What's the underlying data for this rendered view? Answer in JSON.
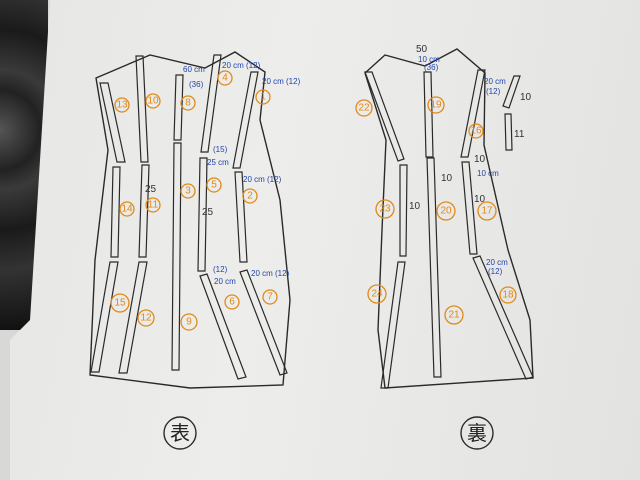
{
  "front": {
    "symbol": "表",
    "pieces": [
      "13",
      "10",
      "8",
      "4",
      "1",
      "14",
      "11",
      "3",
      "5",
      "2",
      "15",
      "12",
      "9",
      "6",
      "7"
    ],
    "notes": [
      "60 cm",
      "(36)",
      "20 cm (12)",
      "20 cm (12)",
      "(15)",
      "25 cm",
      "20 cm (12)",
      "(12)",
      "20 cm",
      "20 cm (12)"
    ],
    "marks": [
      "25",
      "25"
    ]
  },
  "back": {
    "symbol": "裏",
    "pieces": [
      "22",
      "19",
      "16",
      "23",
      "20",
      "17",
      "24",
      "21",
      "18"
    ],
    "notes": [
      "50",
      "10 cm",
      "(36)",
      "20 cm",
      "(12)",
      "10 cm",
      "20 cm",
      "(12)"
    ],
    "marks": [
      "10",
      "10",
      "10",
      "10",
      "11",
      "10"
    ]
  }
}
